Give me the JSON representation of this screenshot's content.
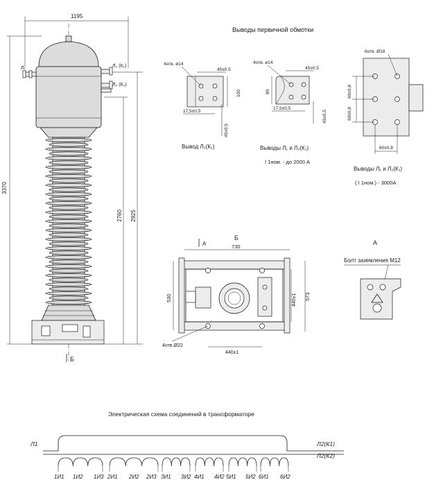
{
  "dims": {
    "overall_width": "1195",
    "overall_height": "3370",
    "height_2760": "2760",
    "height_2925": "2925",
    "plan_width": "730",
    "plan_depth": "530",
    "plan_depth_2": "573",
    "bolt_spacing_v": "440±1",
    "bolt_spacing_h": "440±1",
    "plan_holes": "4отв.Ø22"
  },
  "main_view": {
    "label_l1": "Л₁",
    "label_l2k1": "Л₂ (К₁)",
    "label_l2k2": "Л₂ (К₂)",
    "section_mark": "Б"
  },
  "terminals": {
    "title": "Выводы первичной обмотки",
    "t1": {
      "holes": "4отв.  ø14",
      "dim_45": "45±0,5",
      "dim_100": "100",
      "dim_175": "17,5±0,5",
      "dim_45v": "45±0,5",
      "caption": "Вывод Л₂(К₁)"
    },
    "t2": {
      "holes": "4отв.  ø14",
      "dim_45": "45±0,5",
      "dim_80": "80",
      "dim_175": "17,5±0,5",
      "dim_45v": "45±0,5",
      "caption": "Выводы Л₁ и Л₂(К₁)",
      "rating": "I 1ном.  -  до 2000 А"
    },
    "t3": {
      "holes": "6отв.  Ø18",
      "dim_60a": "60±0,8",
      "dim_60b": "60±0,8",
      "dim_60c": "60±0,8",
      "caption": "Выводы Л₁ и Л₂(К₁)",
      "rating": "( I 1ном.) - 3000А"
    }
  },
  "plan_view": {
    "section_label": "Б",
    "cut_label": "А"
  },
  "detail_a": {
    "label": "А",
    "caption": "Болт заземления М12"
  },
  "scheme": {
    "title": "Электрическая схема соединений в трансформаторе",
    "left_label": "Л1",
    "right_top": "Л2(К1)",
    "right_bottom": "Л2(К2)",
    "taps": [
      "1И1",
      "1И2",
      "1И3",
      "2И1",
      "2И2",
      "2И3",
      "3И1",
      "3И2",
      "4И1",
      "4И2",
      "5И1",
      "5И2",
      "6И1",
      "6И2"
    ]
  }
}
